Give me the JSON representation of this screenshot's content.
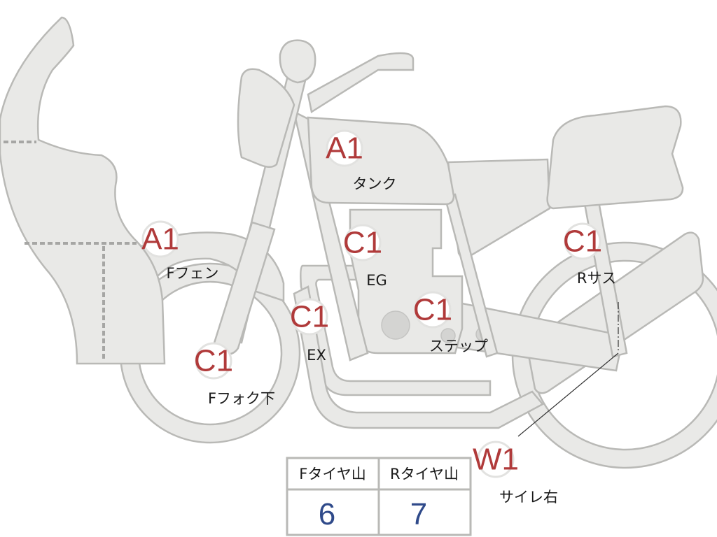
{
  "markers": [
    {
      "id": "tank",
      "grade": "A1",
      "label": "タンク"
    },
    {
      "id": "f-fender",
      "grade": "A1",
      "label": "Fフェン"
    },
    {
      "id": "engine",
      "grade": "C1",
      "label": "EG"
    },
    {
      "id": "r-sus",
      "grade": "C1",
      "label": "Rサス"
    },
    {
      "id": "exhaust",
      "grade": "C1",
      "label": "EX"
    },
    {
      "id": "step",
      "grade": "C1",
      "label": "ステップ"
    },
    {
      "id": "f-fork",
      "grade": "C1",
      "label": "Fフォク下"
    },
    {
      "id": "muffler-r",
      "grade": "W1",
      "label": "サイレ右"
    }
  ],
  "tire_table": {
    "front_header": "Fタイヤ山",
    "rear_header": "Rタイヤ山",
    "front_value": "6",
    "rear_value": "7"
  },
  "colors": {
    "grade_text": "#b03a3a",
    "table_value": "#2f4a8a",
    "body_fill": "#e9e9e7"
  }
}
